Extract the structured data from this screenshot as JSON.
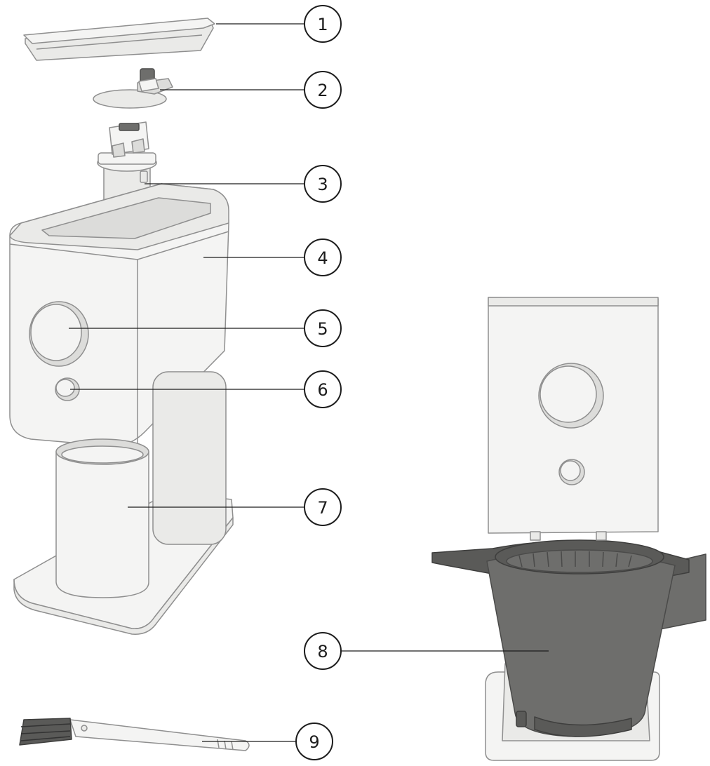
{
  "diagram": {
    "type": "exploded-parts-view",
    "callouts": [
      {
        "label": "1"
      },
      {
        "label": "2"
      },
      {
        "label": "3"
      },
      {
        "label": "4"
      },
      {
        "label": "5"
      },
      {
        "label": "6"
      },
      {
        "label": "7"
      },
      {
        "label": "8"
      },
      {
        "label": "9"
      }
    ],
    "colors": {
      "body": "#f4f4f3",
      "outline": "#8f8f8f",
      "filter_basket": "#6e6e6c",
      "callout_ink": "#1c1c1c"
    }
  }
}
